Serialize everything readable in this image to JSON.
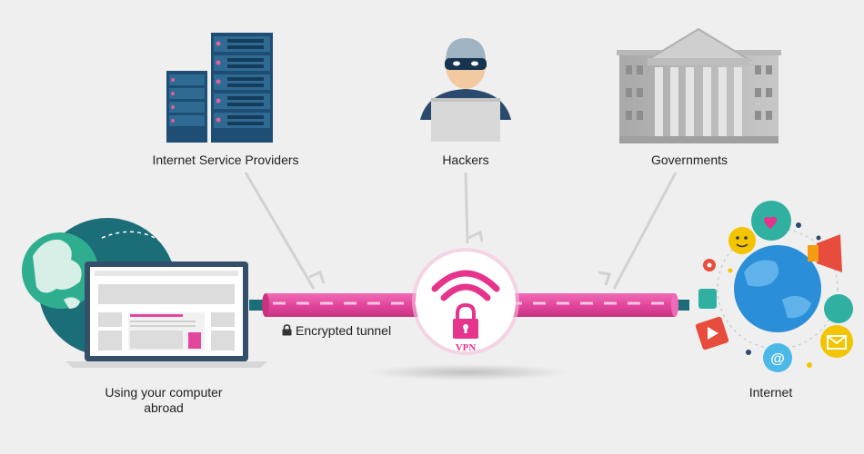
{
  "labels": {
    "isp": "Internet Service Providers",
    "hackers": "Hackers",
    "governments": "Governments",
    "tunnel": "Encrypted tunnel",
    "computer_line1": "Using your computer",
    "computer_line2": "abroad",
    "internet": "Internet",
    "vpn": "VPN"
  },
  "colors": {
    "background": "#efefef",
    "tunnel_pink": "#e2479d",
    "server_blue": "#1e4e74",
    "globe_teal": "#1b6d78",
    "laptop_frame": "#344f6a",
    "vpn_pink": "#e6338c"
  },
  "icons": [
    "server-rack-icon",
    "hacker-icon",
    "government-building-icon",
    "globe-icon",
    "laptop-icon",
    "vpn-wifi-lock-icon",
    "internet-globe-icon"
  ]
}
